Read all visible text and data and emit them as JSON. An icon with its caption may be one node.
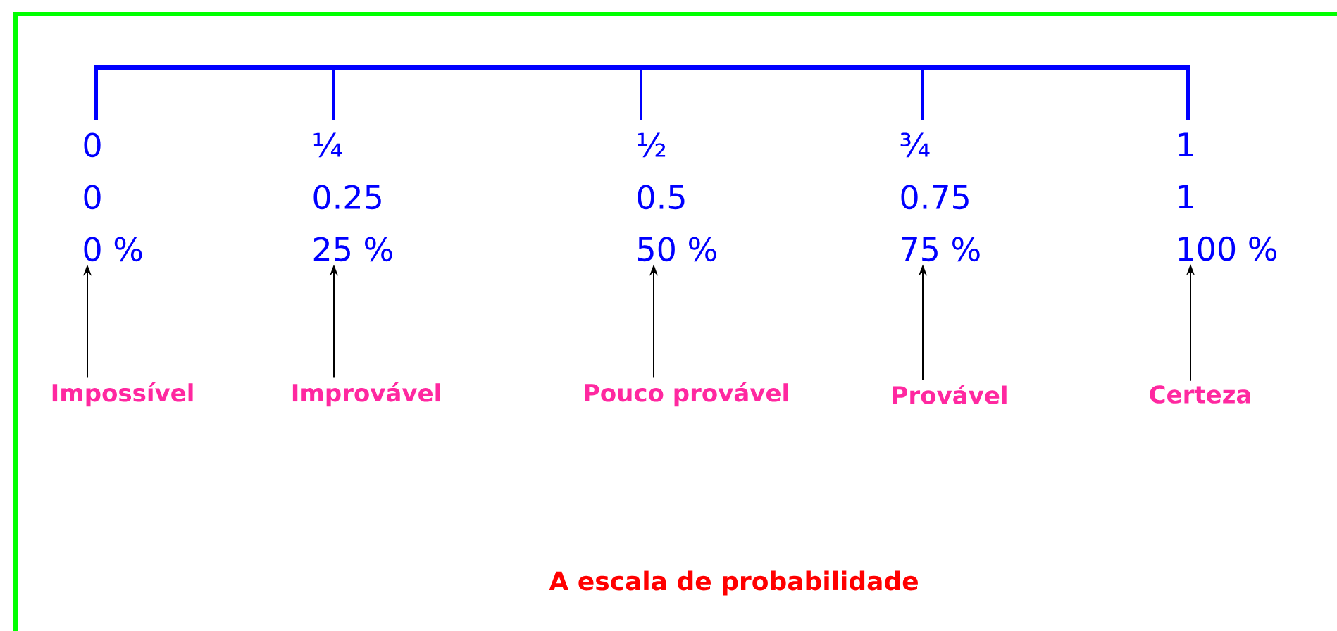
{
  "diagram": {
    "caption": "A escala de probabilidade",
    "nodes": [
      {
        "text": [
          "0",
          "0",
          "0 %"
        ]
      },
      {
        "text": [
          "¼",
          "0.25",
          "25 %"
        ]
      },
      {
        "text": [
          "½",
          "0.5",
          "50 %"
        ]
      },
      {
        "text": [
          "¾",
          "0.75",
          "75 %"
        ]
      },
      {
        "text": [
          "1",
          "1",
          "100 %"
        ]
      },
      {
        "text": [
          "Impossível"
        ]
      },
      {
        "text": [
          "Improvável"
        ]
      },
      {
        "text": [
          "Pouco provável"
        ]
      },
      {
        "text": [
          "Provável"
        ]
      },
      {
        "text": [
          "Certeza"
        ]
      }
    ],
    "edges": [
      {
        "from": 5,
        "to": 0,
        "arrow": "to"
      },
      {
        "from": 6,
        "to": 1,
        "arrow": "to"
      },
      {
        "from": 7,
        "to": 2,
        "arrow": "to"
      },
      {
        "from": 8,
        "to": 3,
        "arrow": "to"
      },
      {
        "from": 9,
        "to": 4,
        "arrow": "to"
      }
    ]
  }
}
